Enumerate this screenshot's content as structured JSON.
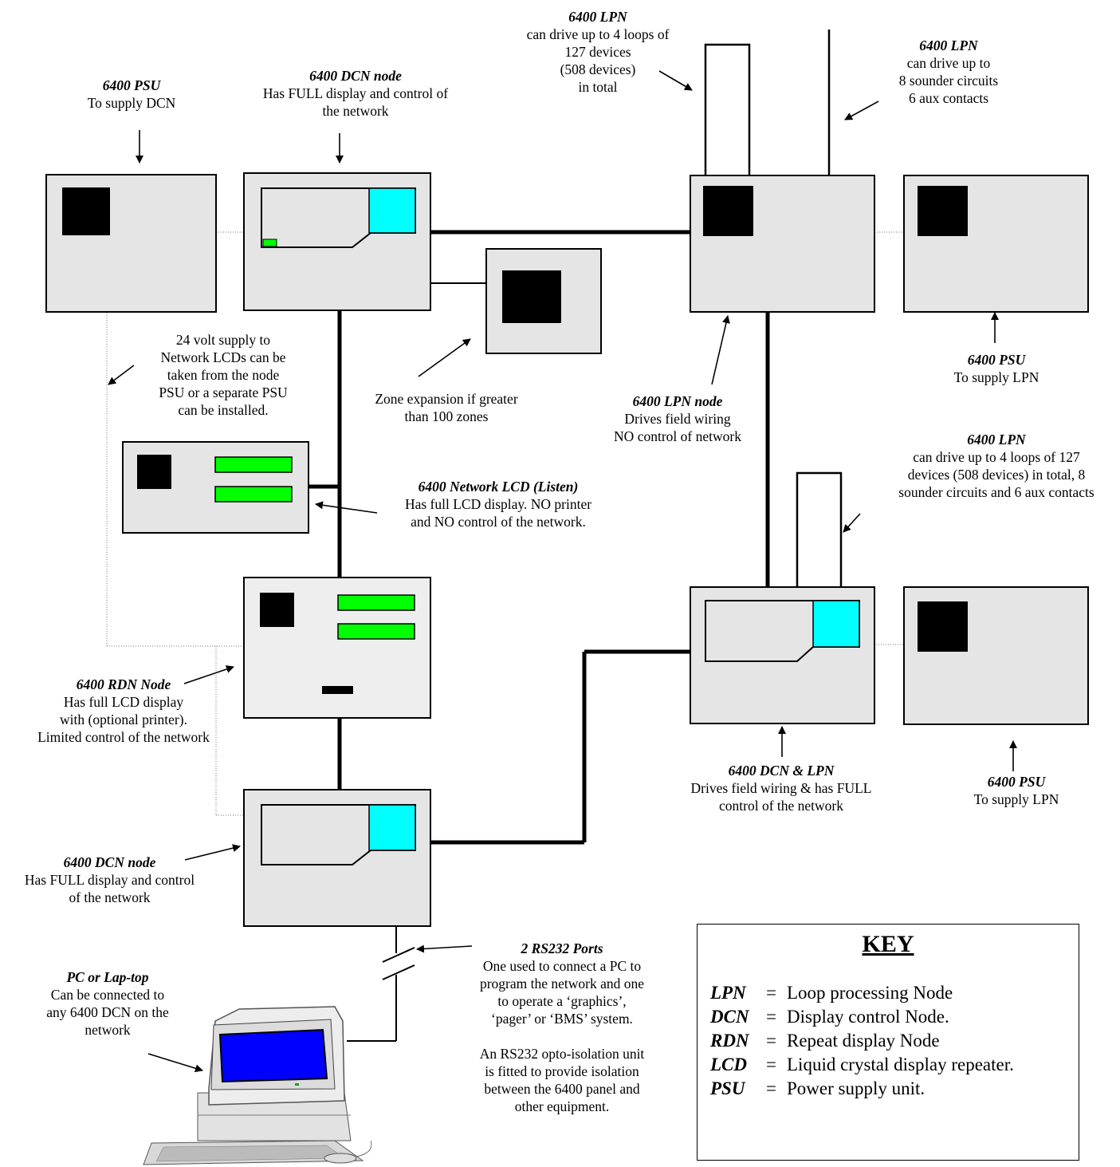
{
  "labels": {
    "psu_dcn": {
      "title": "6400 PSU",
      "lines": [
        "To supply DCN"
      ]
    },
    "dcn_top": {
      "title": "6400 DCN node",
      "lines": [
        "Has FULL display and control of",
        "the network"
      ]
    },
    "lpn_loops": {
      "title": "6400 LPN",
      "lines": [
        "can drive up to 4 loops of",
        "127  devices",
        "(508 devices)",
        "in total"
      ]
    },
    "lpn_sounders": {
      "title": "6400 LPN",
      "lines": [
        "can drive up to",
        "8 sounder circuits",
        "6 aux contacts"
      ]
    },
    "supply_note": {
      "title": "",
      "lines": [
        "24 volt supply to",
        "Network LCDs can be",
        "taken from the node",
        "PSU or a separate PSU",
        "can be installed."
      ]
    },
    "zone_exp": {
      "title": "",
      "lines": [
        "Zone expansion if greater",
        "than 100 zones"
      ]
    },
    "lpn_node": {
      "title": "6400 LPN node",
      "lines": [
        "Drives field wiring",
        "NO control of network"
      ]
    },
    "psu_lpn_top": {
      "title": "6400 PSU",
      "lines": [
        "To supply LPN"
      ]
    },
    "lpn_combined": {
      "title": "6400 LPN",
      "lines": [
        "can drive up to 4 loops of 127",
        "devices (508 devices)  in total, 8",
        "sounder circuits and 6 aux contacts"
      ]
    },
    "net_lcd": {
      "title": "6400 Network LCD (Listen)",
      "lines": [
        "Has full LCD display. NO printer",
        "and NO control of the network."
      ]
    },
    "rdn_node": {
      "title": "6400 RDN Node",
      "lines": [
        "Has full LCD display",
        "with (optional printer).",
        "Limited control of the network"
      ]
    },
    "dcn_lpn": {
      "title": "6400 DCN & LPN",
      "lines": [
        "Drives field wiring & has FULL",
        "control of the network"
      ]
    },
    "psu_lpn_bottom": {
      "title": "6400 PSU",
      "lines": [
        "To supply LPN"
      ]
    },
    "dcn_bottom": {
      "title": "6400 DCN node",
      "lines": [
        "Has FULL display and control",
        "of the network"
      ]
    },
    "pc": {
      "title": "PC or Lap-top",
      "lines": [
        "Can be connected to",
        "any 6400 DCN on the",
        "network"
      ]
    },
    "rs232": {
      "title": "2 RS232 Ports",
      "lines": [
        "One used to connect a PC to",
        "program the network and  one",
        "to operate a ‘graphics’,",
        "‘pager’  or ‘BMS’ system.",
        "",
        "An RS232 opto-isolation unit",
        "is fitted to provide isolation",
        "between  the 6400 panel and",
        "other equipment."
      ]
    }
  },
  "key": {
    "title": "KEY",
    "rows": [
      {
        "abbr": "LPN",
        "eq": "=",
        "desc": "Loop processing Node"
      },
      {
        "abbr": "DCN",
        "eq": "=",
        "desc": "Display control Node."
      },
      {
        "abbr": "RDN",
        "eq": "=",
        "desc": "Repeat display Node"
      },
      {
        "abbr": "LCD",
        "eq": "=",
        "desc": "Liquid crystal display repeater."
      },
      {
        "abbr": "PSU",
        "eq": "=",
        "desc": "Power supply unit."
      }
    ]
  },
  "colors": {
    "panel": "#e5e5e5",
    "lcd": "#00ffff",
    "led": "#00ff00",
    "block": "#000000",
    "screen": "#0000ff"
  }
}
